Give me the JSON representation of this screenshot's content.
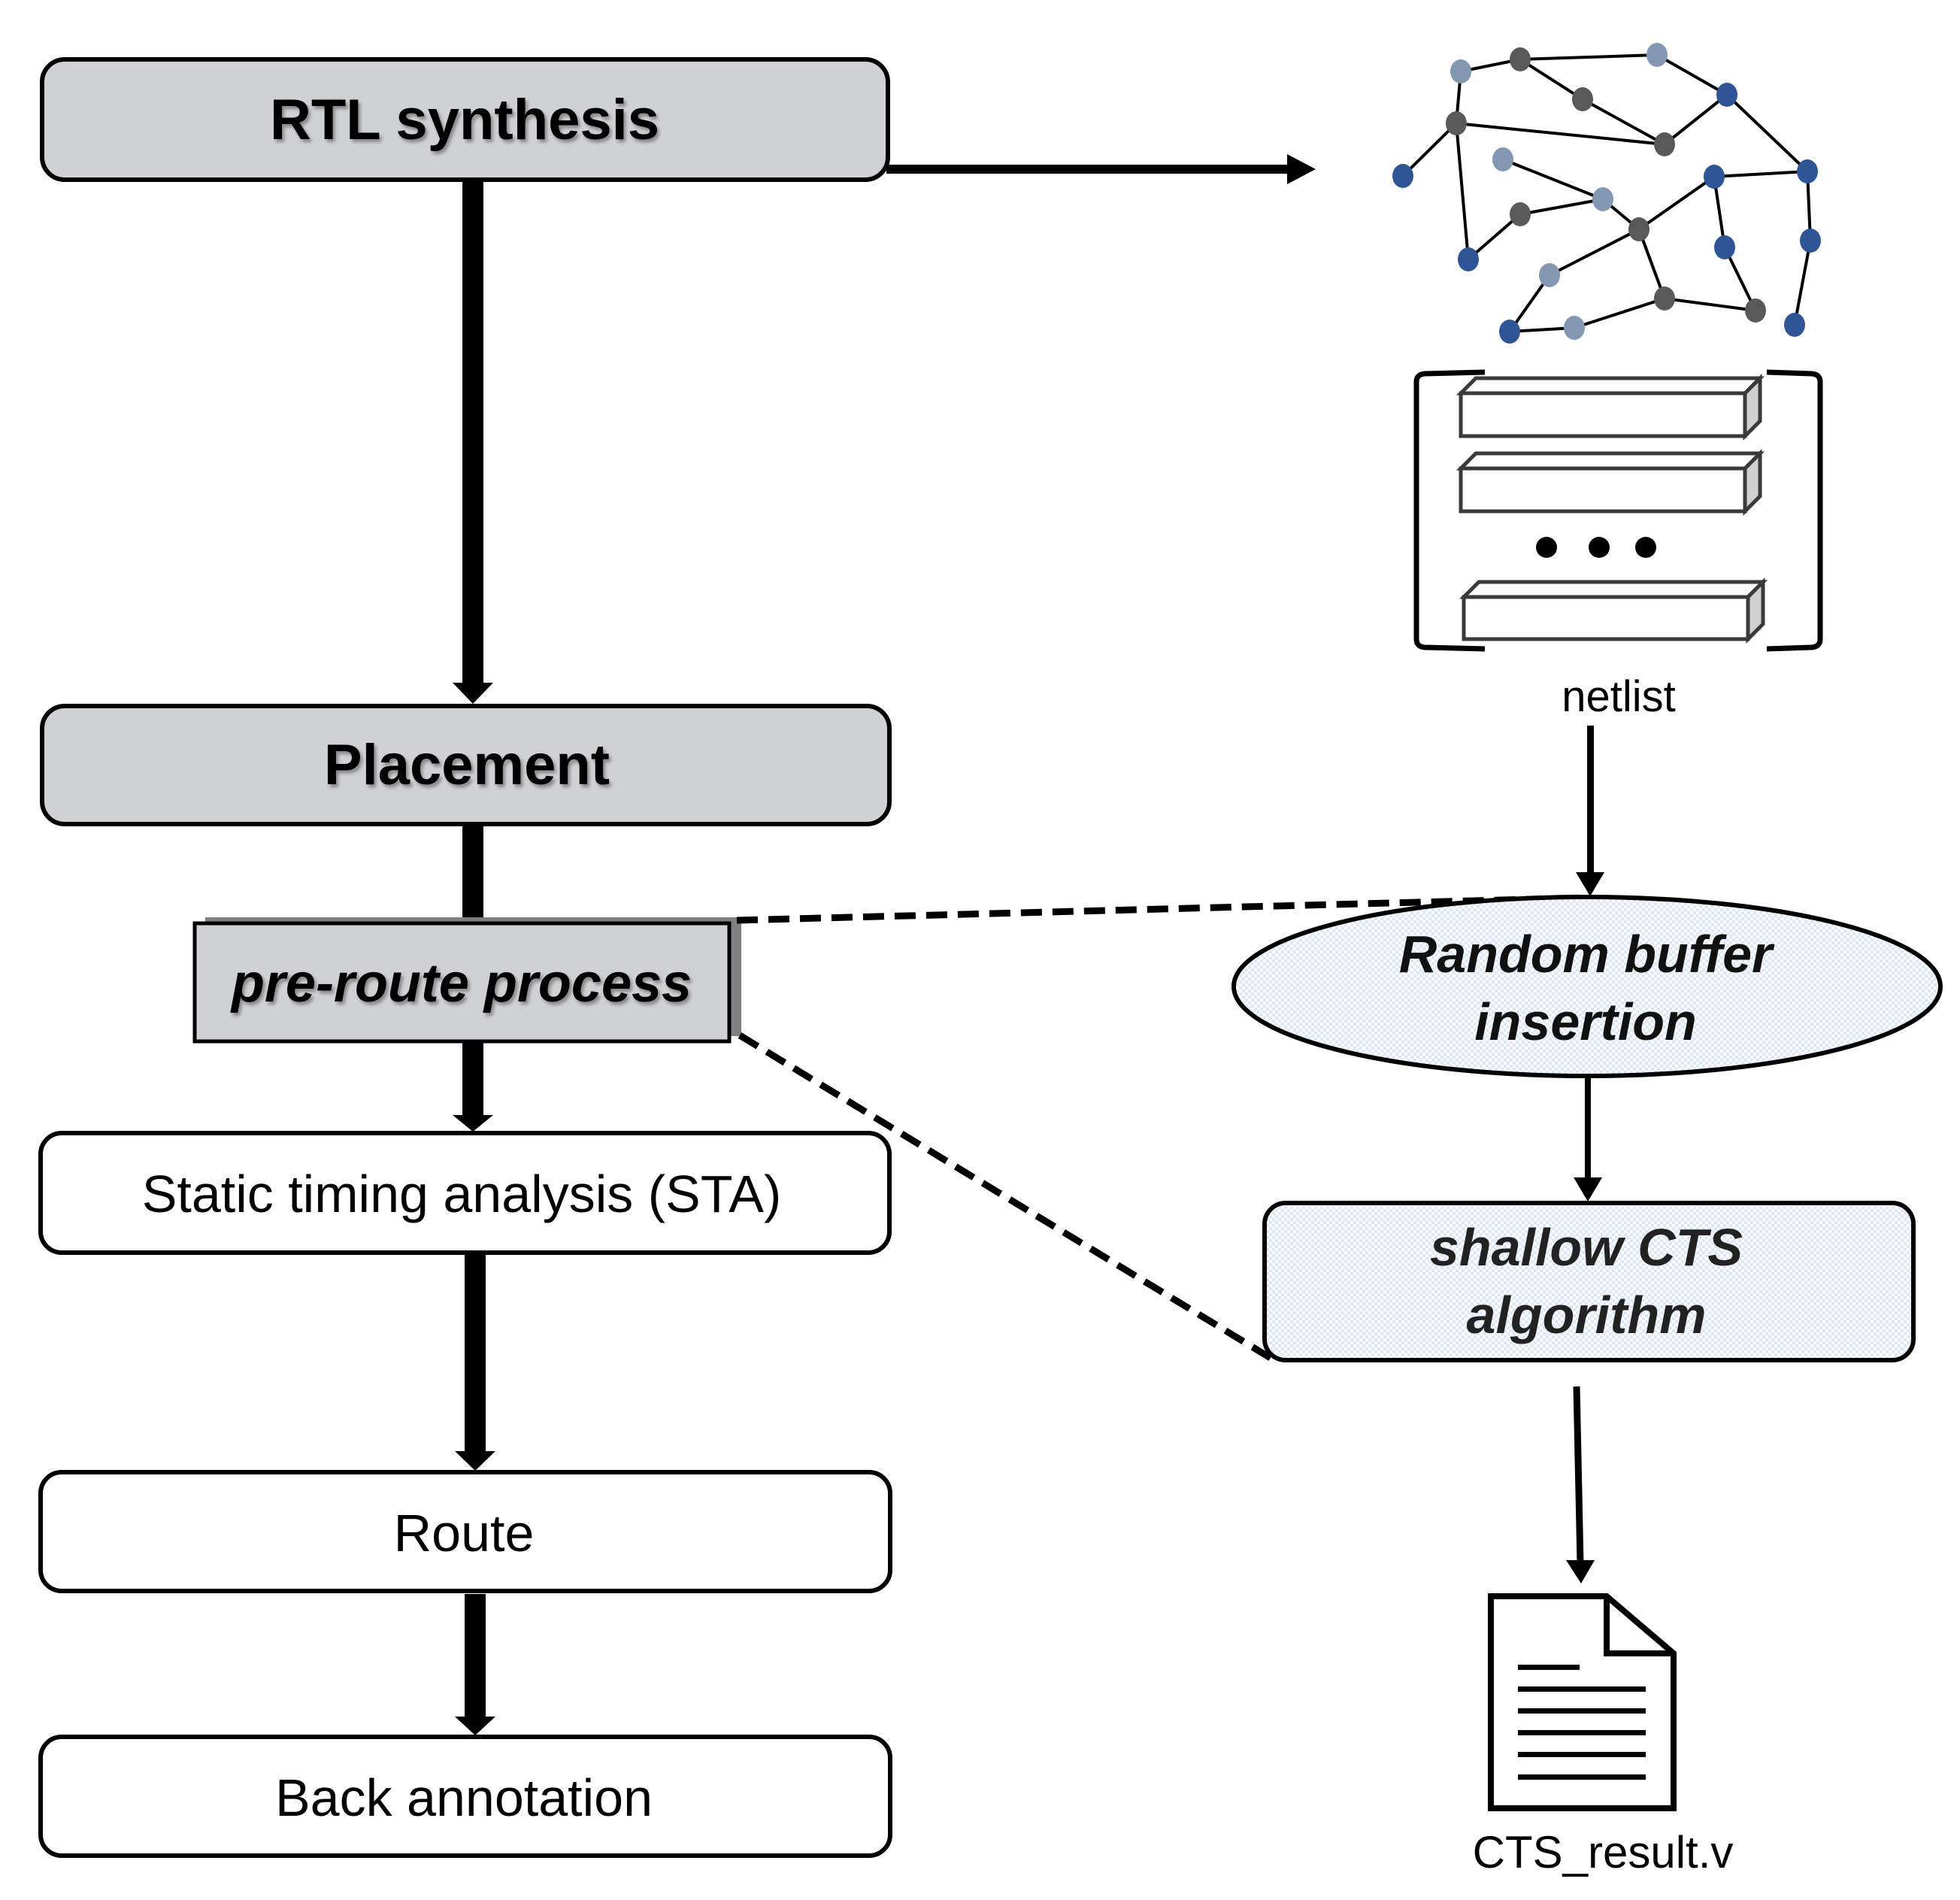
{
  "flow": {
    "steps": [
      {
        "id": "rtl",
        "label": "RTL synthesis",
        "style": "gray-bold"
      },
      {
        "id": "placement",
        "label": "Placement",
        "style": "gray-bold"
      },
      {
        "id": "preroute",
        "label": "pre-route process",
        "style": "gray-bold-italic"
      },
      {
        "id": "sta",
        "label": "Static timing analysis (STA)",
        "style": "white"
      },
      {
        "id": "route",
        "label": "Route",
        "style": "white"
      },
      {
        "id": "back",
        "label": "Back annotation",
        "style": "white"
      }
    ]
  },
  "detail": {
    "netlist_label": "netlist",
    "buffer_insertion": {
      "line1": "Random buffer",
      "line2": "insertion"
    },
    "cts_algorithm": {
      "line1": "shallow CTS",
      "line2": "algorithm"
    },
    "result_file": "CTS_result.v"
  },
  "graph": {
    "node_types": {
      "light": "#8497b0",
      "dark": "#595959",
      "blue": "#2f5597"
    },
    "nodes": [
      {
        "id": "L1",
        "type": "light"
      },
      {
        "id": "D1",
        "type": "dark"
      },
      {
        "id": "L2",
        "type": "light"
      },
      {
        "id": "D2",
        "type": "dark"
      },
      {
        "id": "B1",
        "type": "blue"
      },
      {
        "id": "D3",
        "type": "dark"
      },
      {
        "id": "D4",
        "type": "dark"
      },
      {
        "id": "B2",
        "type": "blue"
      },
      {
        "id": "L3",
        "type": "light"
      },
      {
        "id": "B3",
        "type": "blue"
      },
      {
        "id": "B4",
        "type": "blue"
      },
      {
        "id": "L4",
        "type": "light"
      },
      {
        "id": "D5",
        "type": "dark"
      },
      {
        "id": "D6",
        "type": "dark"
      },
      {
        "id": "B5",
        "type": "blue"
      },
      {
        "id": "B6",
        "type": "blue"
      },
      {
        "id": "B7",
        "type": "blue"
      },
      {
        "id": "L5",
        "type": "light"
      },
      {
        "id": "D7",
        "type": "dark"
      },
      {
        "id": "D8",
        "type": "dark"
      },
      {
        "id": "B8",
        "type": "blue"
      },
      {
        "id": "B9",
        "type": "blue"
      },
      {
        "id": "L6",
        "type": "light"
      }
    ],
    "edges": [
      [
        "L1",
        "D1"
      ],
      [
        "D1",
        "L2"
      ],
      [
        "D1",
        "D2"
      ],
      [
        "L2",
        "B1"
      ],
      [
        "D2",
        "D4"
      ],
      [
        "B1",
        "D4"
      ],
      [
        "B1",
        "B4"
      ],
      [
        "L1",
        "D3"
      ],
      [
        "D3",
        "D4"
      ],
      [
        "D3",
        "B2"
      ],
      [
        "D3",
        "B5"
      ],
      [
        "L3",
        "L4"
      ],
      [
        "L4",
        "D5"
      ],
      [
        "L4",
        "D6"
      ],
      [
        "D5",
        "B5"
      ],
      [
        "D6",
        "B3"
      ],
      [
        "B3",
        "B4"
      ],
      [
        "B3",
        "B6"
      ],
      [
        "B4",
        "B7"
      ],
      [
        "D6",
        "L5"
      ],
      [
        "D6",
        "D7"
      ],
      [
        "B6",
        "D8"
      ],
      [
        "B7",
        "B8"
      ],
      [
        "L5",
        "B9"
      ],
      [
        "B9",
        "L6"
      ],
      [
        "L6",
        "D7"
      ],
      [
        "D7",
        "D8"
      ]
    ]
  },
  "colors": {
    "gray_box_fill": "#d0d1d3",
    "detail_fill": "#dce8f8",
    "shadow": "#808080",
    "stroke": "#000000"
  }
}
